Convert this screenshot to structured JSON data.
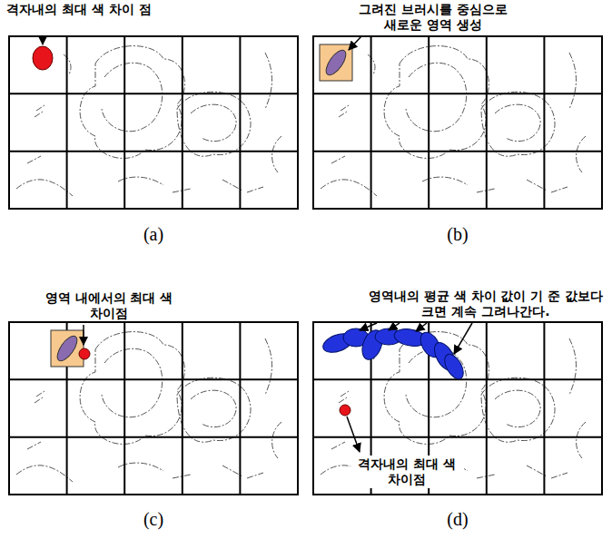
{
  "diagram": {
    "labels": [
      "격자내의 최대 색 차이 점",
      "그려진 브러시를 중심으로 새로운 영역 생성",
      "영역 내에서의 최대 색 차이점",
      "영역내의 평균 색 차이 값이 기 준 값보다 크면 계속 그려나간다.",
      "격자내의 최대 색 차이점",
      "(a)",
      "(b)",
      "(c)",
      "(d)"
    ]
  }
}
